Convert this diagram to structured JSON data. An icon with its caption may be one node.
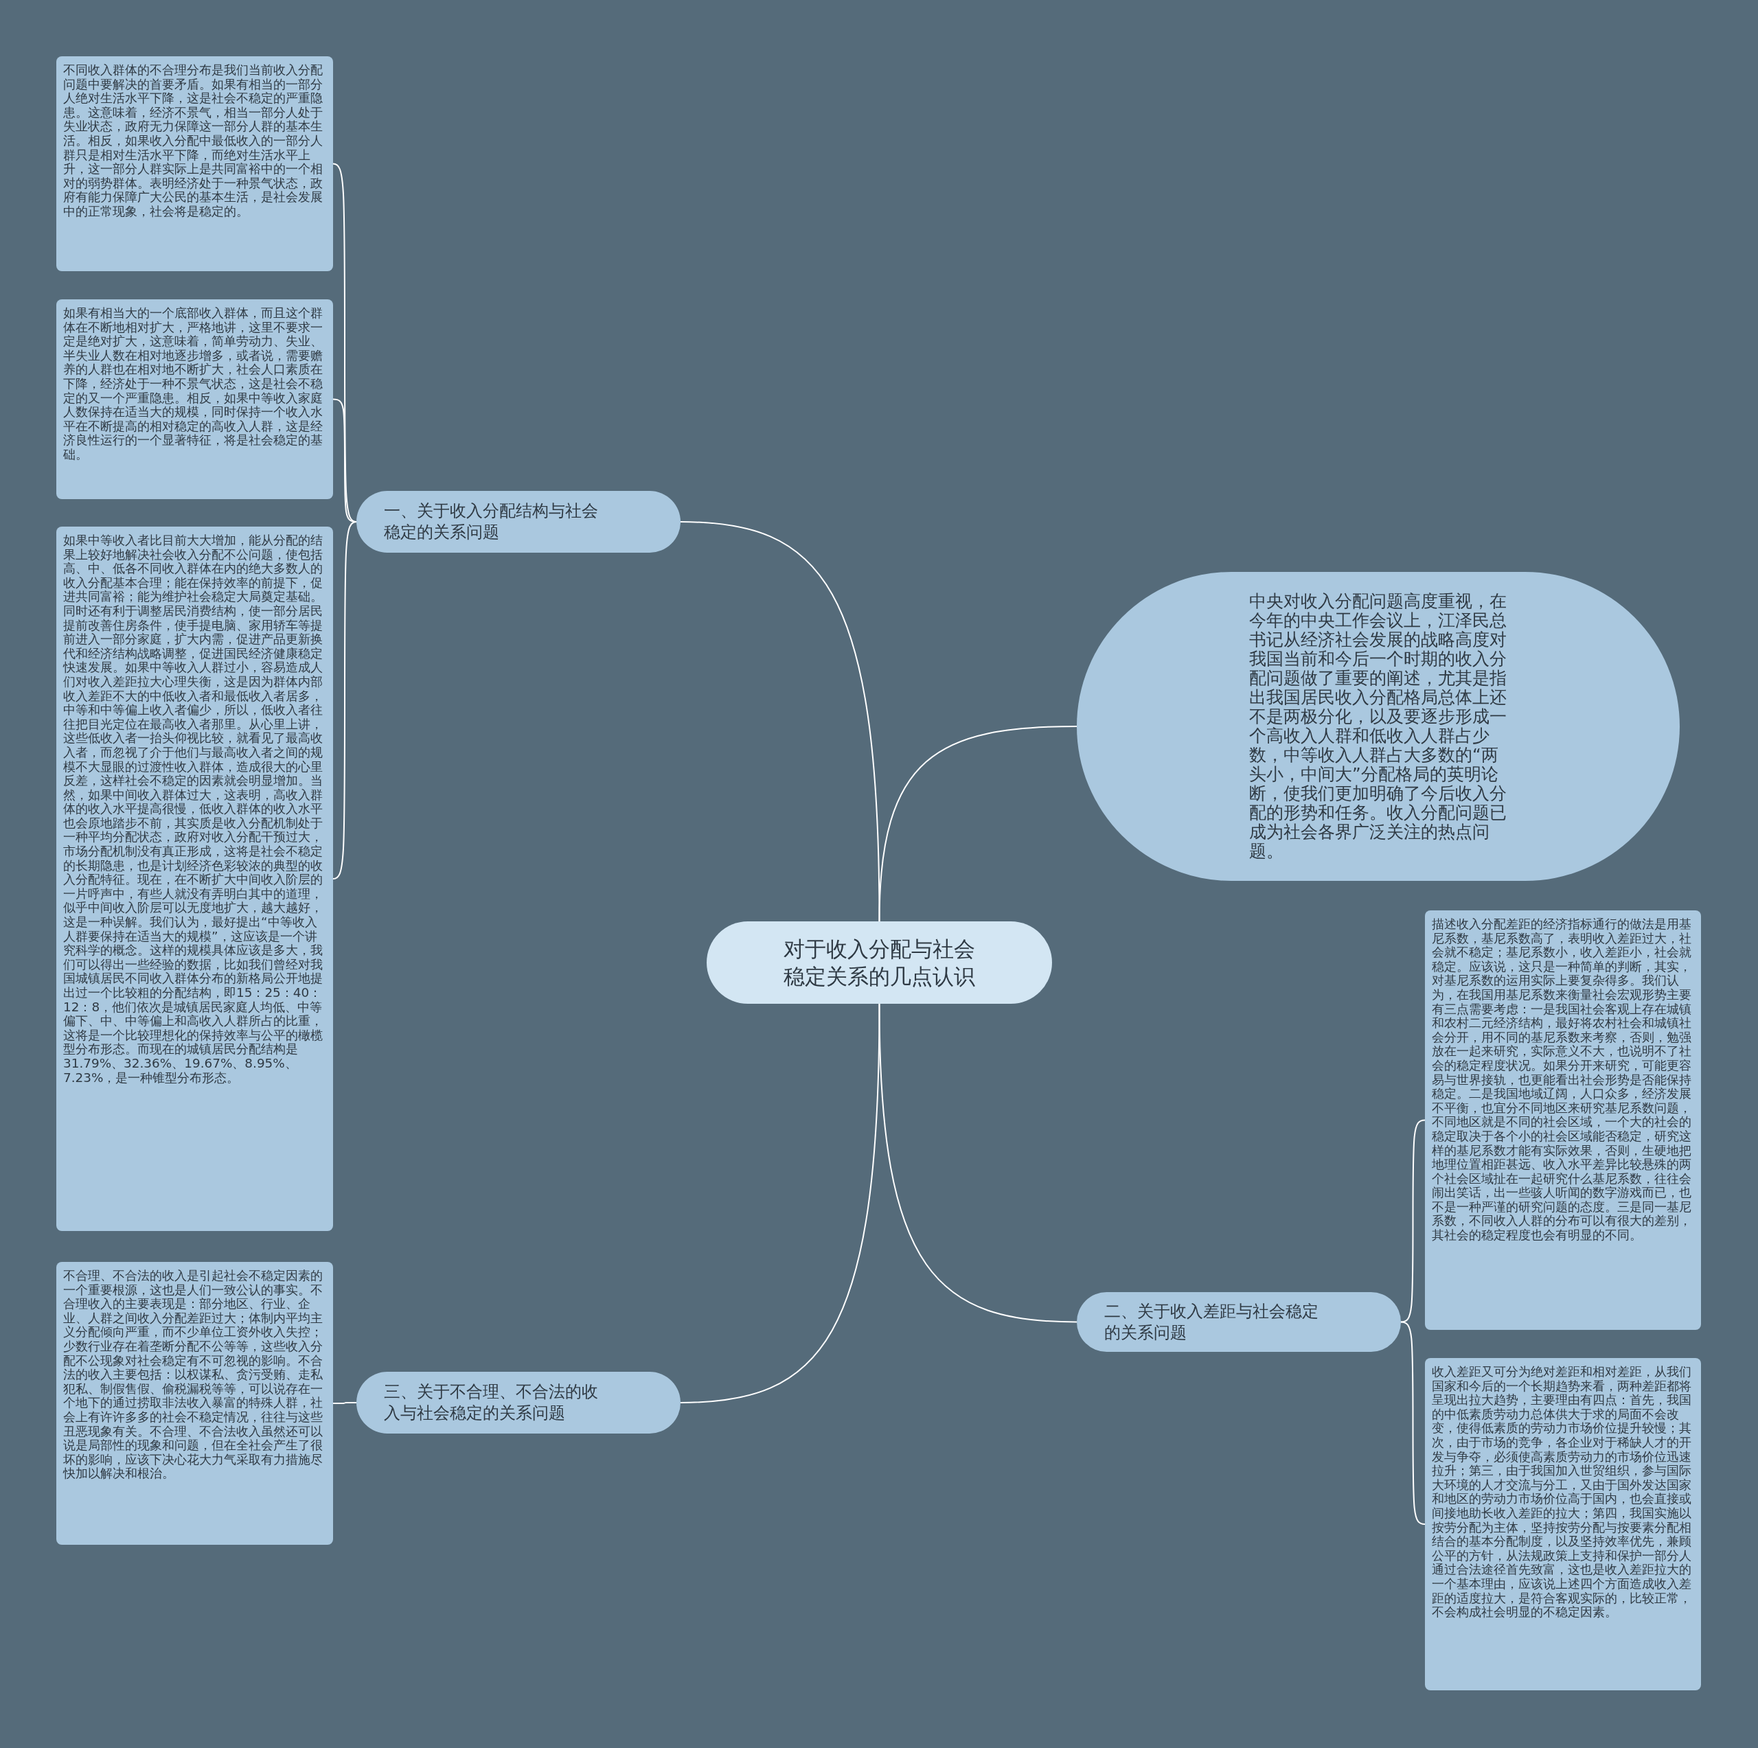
{
  "diagram": {
    "nodes": [
      {
        "text": [
          "对于收入分配与社会稳定关系的几点认识"
        ]
      },
      {
        "text": [
          "一、关于收入分配结构与社会稳定的关系问题"
        ]
      },
      {
        "text": [
          "不同收入群体的不合理分布是我们当前收入分配问题中要解决的首要矛盾。如果有相当的一部分人绝对生活水平下降，这是社会不稳定的严重隐患。这意味着，经济不景气，相当一部分人处于失业状态，政府无力保障这一部分人群的基本生活。相反，如果收入分配中最低收入的一部分人群只是相对生活水平下降，而绝对生活水平上升，这一部分人群实际上是共同富裕中的一个相对的弱势群体。表明经济处于一种景气状态，政府有能力保障广大公民的基本生活，是社会发展中的正常现象，社会将是稳定的。"
        ]
      },
      {
        "text": [
          "如果有相当大的一个底部收入群体，而且这个群体在不断地相对扩大，严格地讲，这里不要求一定是绝对扩大，这意味着，简单劳动力、失业、半失业人数在相对地逐步增多，或者说，需要赡养的人群也在相对地不断扩大，社会人口素质在下降，经济处于一种不景气状态，这是社会不稳定的又一个严重隐患。相反，如果中等收入家庭人数保持在适当大的规模，同时保持一个收入水平在不断提高的相对稳定的高收入人群，这是经济良性运行的一个显著特征，将是社会稳定的基础。"
        ]
      },
      {
        "text": [
          "如果中等收入者比目前大大增加，能从分配的结果上较好地解决社会收入分配不公问题，使包括高、中、低各不同收入群体在内的绝大多数人的收入分配基本合理；能在保持效率的前提下，促进共同富裕；能为维护社会稳定大局奠定基础。同时还有利于调整居民消费结构，使一部分居民提前改善住房条件，使手提电脑、家用轿车等提前进入一部分家庭，扩大内需，促进产品更新换代和经济结构战略调整，促进国民经济健康稳定快速发展。如果中等收入人群过小，容易造成人们对收入差距拉大心理失衡，这是因为群体内部收入差距不大的中低收入者和最低收入者居多，中等和中等偏上收入者偏少，所以，低收入者往往把目光定位在最高收入者那里。从心里上讲，这些低收入者一抬头仰视比较，就看见了最高收入者，而忽视了介于他们与最高收入者之间的规模不大显眼的过渡性收入群体，造成很大的心里反差，这样社会不稳定的因素就会明显增加。当然，如果中间收入群体过大，这表明，高收入群体的收入水平提高很慢，低收入群体的收入水平也会原地踏步不前，其实质是收入分配机制处于一种平均分配状态，政府对收入分配干预过大，市场分配机制没有真正形成，这将是社会不稳定的长期隐患，也是计划经济色彩较浓的典型的收入分配特征。现在，在不断扩大中间收入阶层的一片呼声中，有些人就没有弄明白其中的道理，似乎中间收入阶层可以无度地扩大，越大越好，这是一种误解。我们认为，最好提出“中等收入人群要保持在适当大的规模”，这应该是一个讲究科学的概念。这样的规模具体应该是多大，我们可以得出一些经验的数据，比如我们曾经对我国城镇居民不同收入群体分布的新格局公开地提出过一个比较粗的分配结构，即15：25：40：12：8，他们依次是城镇居民家庭人均低、中等偏下、中、中等偏上和高收入人群所占的比重，这将是一个比较理想化的保持效率与公平的橄榄型分布形态。而现在的城镇居民分配结构是31.79%、32.36%、19.67%、8.95%、7.23%，是一种锥型分布形态。"
        ]
      },
      {
        "text": [
          "中央对收入分配问题高度重视，在今年的中央工作会议上，江泽民总书记从经济社会发展的战略高度对我国当前和今后一个时期的收入分配问题做了重要的阐述，尤其是指出我国居民收入分配格局总体上还不是两极分化，以及要逐步形成一个高收入人群和低收入人群占少数，中等收入人群占大多数的“两头小，中间大”分配格局的英明论断，使我们更加明确了今后收入分配的形势和任务。收入分配问题已成为社会各界广泛关注的热点问题。"
        ]
      },
      {
        "text": [
          "二、关于收入差距与社会稳定的关系问题"
        ]
      },
      {
        "text": [
          "描述收入分配差距的经济指标通行的做法是用基尼系数，基尼系数高了，表明收入差距过大，社会就不稳定；基尼系数小，收入差距小，社会就稳定。应该说，这只是一种简单的判断，其实，对基尼系数的运用实际上要复杂得多。我们认为，在我国用基尼系数来衡量社会宏观形势主要有三点需要考虑：一是我国社会客观上存在城镇和农村二元经济结构，最好将农村社会和城镇社会分开，用不同的基尼系数来考察，否则，勉强放在一起来研究，实际意义不大，也说明不了社会的稳定程度状况。如果分开来研究，可能更容易与世界接轨，也更能看出社会形势是否能保持稳定。二是我国地域辽阔，人口众多，经济发展不平衡，也宜分不同地区来研究基尼系数问题，不同地区就是不同的社会区域，一个大的社会的稳定取决于各个小的社会区域能否稳定，研究这样的基尼系数才能有实际效果，否则，生硬地把地理位置相距甚远、收入水平差异比较悬殊的两个社会区域扯在一起研究什么基尼系数，往往会闹出笑话，出一些骇人听闻的数字游戏而已，也不是一种严谨的研究问题的态度。三是同一基尼系数，不同收入人群的分布可以有很大的差别，其社会的稳定程度也会有明显的不同。"
        ]
      },
      {
        "text": [
          "收入差距又可分为绝对差距和相对差距，从我们国家和今后的一个长期趋势来看，两种差距都将呈现出拉大趋势，主要理由有四点：首先，我国的中低素质劳动力总体供大于求的局面不会改变，使得低素质的劳动力市场价位提升较慢；其次，由于市场的竞争，各企业对于稀缺人才的开发与争夺，必须使高素质劳动力的市场价位迅速拉升；第三，由于我国加入世贸组织，参与国际大环境的人才交流与分工，又由于国外发达国家和地区的劳动力市场价位高于国内，也会直接或间接地助长收入差距的拉大；第四，我国实施以按劳分配为主体，坚持按劳分配与按要素分配相结合的基本分配制度，以及坚持效率优先，兼顾公平的方针，从法规政策上支持和保护一部分人通过合法途径首先致富，这也是收入差距拉大的一个基本理由，应该说上述四个方面造成收入差距的适度拉大，是符合客观实际的，比较正常，不会构成社会明显的不稳定因素。"
        ]
      },
      {
        "text": [
          "三、关于不合理、不合法的收入与社会稳定的关系问题"
        ]
      },
      {
        "text": [
          "不合理、不合法的收入是引起社会不稳定因素的一个重要根源，这也是人们一致公认的事实。不合理收入的主要表现是：部分地区、行业、企业、人群之间收入分配差距过大；体制内平均主义分配倾向严重，而不少单位工资外收入失控；少数行业存在着垄断分配不公等等，这些收入分配不公现象对社会稳定有不可忽视的影响。不合法的收入主要包括：以权谋私、贪污受贿、走私犯私、制假售假、偷税漏税等等，可以说存在一个地下的通过捞取非法收入暴富的特殊人群，社会上有许许多多的社会不稳定情况，往往与这些丑恶现象有关。不合理、不合法收入虽然还可以说是局部性的现象和问题，但在全社会产生了很坏的影响，应该下决心花大力气采取有力措施尽快加以解决和根治。"
        ]
      }
    ],
    "edges": [
      {
        "from": 0,
        "to": 1,
        "arrow": "none"
      },
      {
        "from": 1,
        "to": 2,
        "arrow": "none"
      },
      {
        "from": 1,
        "to": 3,
        "arrow": "none"
      },
      {
        "from": 1,
        "to": 4,
        "arrow": "none"
      },
      {
        "from": 0,
        "to": 5,
        "arrow": "none"
      },
      {
        "from": 0,
        "to": 6,
        "arrow": "none"
      },
      {
        "from": 6,
        "to": 7,
        "arrow": "none"
      },
      {
        "from": 6,
        "to": 8,
        "arrow": "none"
      },
      {
        "from": 0,
        "to": 9,
        "arrow": "none"
      },
      {
        "from": 9,
        "to": 10,
        "arrow": "none"
      }
    ]
  }
}
